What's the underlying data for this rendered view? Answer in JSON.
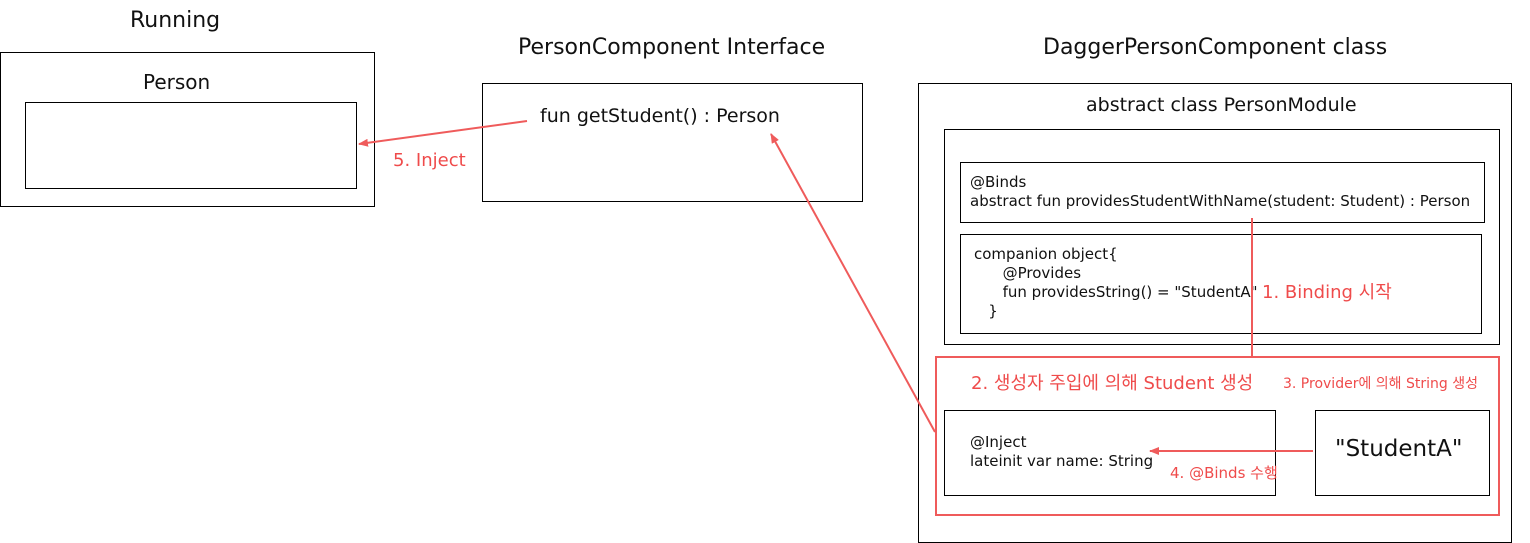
{
  "running": {
    "title": "Running",
    "box_label": "Person"
  },
  "interface": {
    "title": "PersonComponent Interface",
    "method": "fun getStudent() : Person"
  },
  "dagger": {
    "title": "DaggerPersonComponent class",
    "module_label": "abstract  class PersonModule",
    "binds_code": "@Binds\nabstract fun providesStudentWithName(student: Student) : Person",
    "companion_code": "companion object{\n      @Provides\n      fun providesString() = \"StudentA\"\n   }",
    "inject_code": "@Inject\nlateinit var name: String",
    "string_value": "\"StudentA\""
  },
  "steps": {
    "step1": "1. Binding 시작",
    "step2": "2. 생성자 주입에 의해 Student 생성",
    "step3": "3. Provider에 의해 String 생성",
    "step4": "4. @Binds 수행",
    "step5": "5. Inject"
  },
  "colors": {
    "accent": "#ef5b5b",
    "border": "#000000"
  }
}
